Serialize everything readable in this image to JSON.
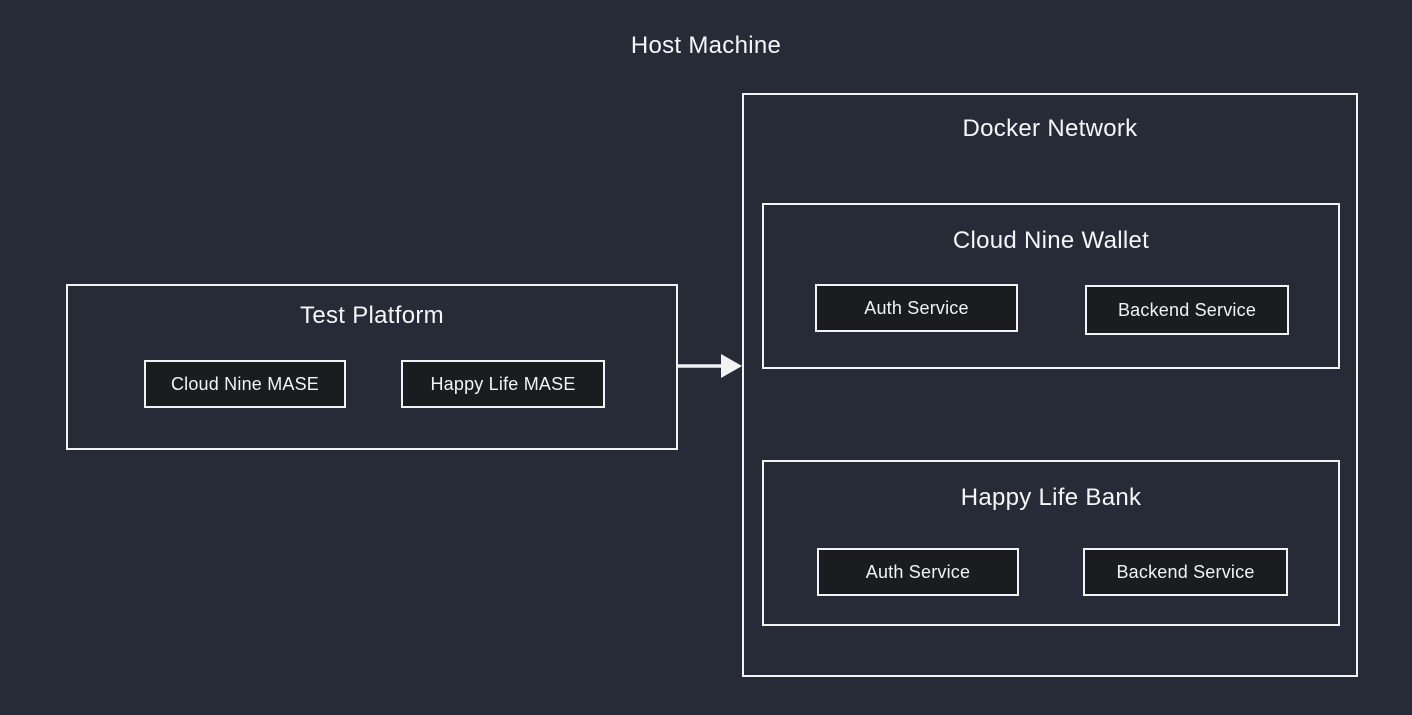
{
  "diagram": {
    "host_title": "Host Machine",
    "docker_network": {
      "title": "Docker Network",
      "groups": [
        {
          "title": "Cloud Nine Wallet",
          "services": [
            "Auth Service",
            "Backend Service"
          ]
        },
        {
          "title": "Happy Life Bank",
          "services": [
            "Auth Service",
            "Backend Service"
          ]
        }
      ]
    },
    "test_platform": {
      "title": "Test Platform",
      "nodes": [
        "Cloud Nine MASE",
        "Happy Life MASE"
      ]
    },
    "connector": {
      "from": "Test Platform",
      "to": "Docker Network",
      "direction": "right"
    },
    "colors": {
      "background": "#262b37",
      "border": "#f2f3f4",
      "node_background": "#1b1c1f",
      "text": "#f5f6f8"
    }
  }
}
